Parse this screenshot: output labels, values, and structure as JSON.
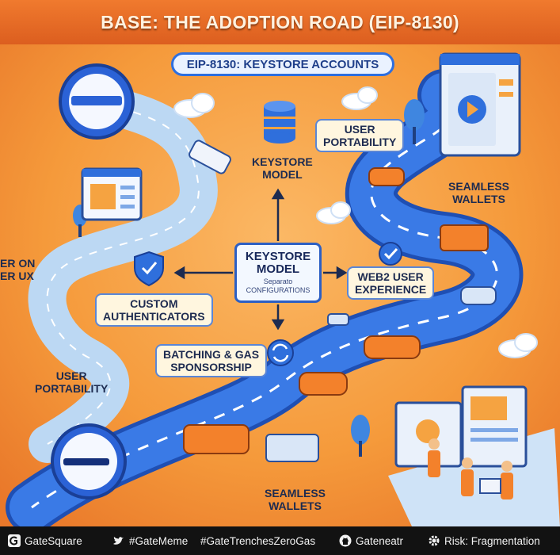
{
  "title": "BASE: THE ADOPTION ROAD (EIP-8130)",
  "banner": "EIP-8130: KEYSTORE ACCOUNTS",
  "center": {
    "title_lines": [
      "KEYSTORE",
      "MODEL"
    ],
    "subtitle_lines": [
      "Separato",
      "CONFIGURATIONS"
    ]
  },
  "labels": {
    "keystore_model": [
      "KEYSTORE",
      "MODEL"
    ],
    "user_portability_top": [
      "USER",
      "PORTABILITY"
    ],
    "seamless_wallets_top": [
      "SEAMLESS",
      "WALLETS"
    ],
    "cut_left": [
      "ER ON",
      "ER UX"
    ],
    "custom_authenticators": [
      "CUSTOM",
      "AUTHENTICATORS"
    ],
    "web2_user_experience": [
      "WEB2 USER",
      "EXPERIENCE"
    ],
    "batching_gas": [
      "BATCHING & GAS",
      "SPONSORSHIP"
    ],
    "user_portability_bottom": [
      "USER",
      "PORTABILITY"
    ],
    "seamless_wallets_bottom": [
      "SEAMLESS",
      "WALLETS"
    ]
  },
  "footer": [
    {
      "icon": "gatesquare-icon",
      "text": "GateSquare"
    },
    {
      "icon": "twitter-bird-icon",
      "text": "#GateMeme"
    },
    {
      "icon": "",
      "text": "#GateTrenchesZeroGas"
    },
    {
      "icon": "github-icon",
      "text": "Gateneatr"
    },
    {
      "icon": "gear-icon",
      "text": "Risk: Fragmentation"
    }
  ],
  "colors": {
    "background": "#f39a38",
    "road": "#2f6fdc",
    "road_light": "#9cc6ef",
    "title_bar": "#e96b24",
    "footer": "#121212"
  }
}
